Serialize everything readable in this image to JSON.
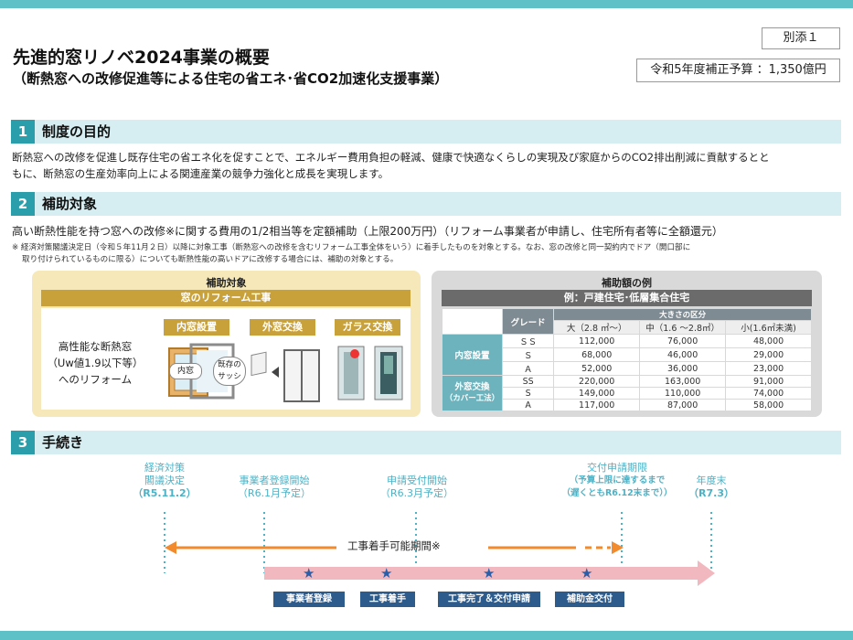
{
  "header": {
    "annex": "別添１",
    "title": "先進的窓リノベ2024事業の概要",
    "subtitle": "（断熱窓への改修促進等による住宅の省エネ･省CO2加速化支援事業）",
    "budget": "令和5年度補正予算 ：1,350億円"
  },
  "section1": {
    "num": "1",
    "title": "制度の目的",
    "body_line1": "断熱窓への改修を促進し既存住宅の省エネ化を促すことで、エネルギー費用負担の軽減、健康で快適なくらしの実現及び家庭からのCO2排出削減に貢献するとと",
    "body_line2": "もに、断熱窓の生産効率向上による関連産業の競争力強化と成長を実現します。"
  },
  "section2": {
    "num": "2",
    "title": "補助対象",
    "lead": "高い断熱性能を持つ窓への改修※に関する費用の1/2相当等を定額補助（上限200万円）（リフォーム事業者が申請し、住宅所有者等に全額還元）",
    "note_line1": "※ 経済対策閣議決定日（令和５年11月２日）以降に対象工事（断熱窓への改修を含むリフォーム工事全体をいう）に着手したものを対象とする。なお、窓の改修と同一契約内でドア（開口部に",
    "note_line2": "取り付けられているものに限る）についても断熱性能の高いドアに改修する場合には、補助の対象とする。",
    "target_panel": {
      "header": "補助対象",
      "subheader": "窓のリフォーム工事",
      "desc_line1": "高性能な断熱窓",
      "desc_line2": "（Uw値1.9以下等）",
      "desc_line3": "へのリフォーム",
      "methods": [
        "内窓設置",
        "外窓交換",
        "ガラス交換"
      ],
      "inner_label": "内窓",
      "existing_line1": "既存の",
      "existing_line2": "サッシ"
    },
    "amount_panel": {
      "header": "補助額の例",
      "subheader": "例：戸建住宅･低層集合住宅",
      "grade_label": "グレード",
      "size_label": "大きさの区分",
      "sizes": [
        "大（2.8 ㎡～）",
        "中（1.6 ～2.8㎡）",
        "小(1.6㎡未満)"
      ],
      "group1": "内窓設置",
      "group2_line1": "外窓交換",
      "group2_line2": "（カバー工法）",
      "rows": [
        {
          "grade": "ＳＳ",
          "values": [
            "112,000",
            "76,000",
            "48,000"
          ]
        },
        {
          "grade": "Ｓ",
          "values": [
            "68,000",
            "46,000",
            "29,000"
          ]
        },
        {
          "grade": "Ａ",
          "values": [
            "52,000",
            "36,000",
            "23,000"
          ]
        },
        {
          "grade": "SS",
          "values": [
            "220,000",
            "163,000",
            "91,000"
          ]
        },
        {
          "grade": "S",
          "values": [
            "149,000",
            "110,000",
            "74,000"
          ]
        },
        {
          "grade": "A",
          "values": [
            "117,000",
            "87,000",
            "58,000"
          ]
        }
      ]
    }
  },
  "section3": {
    "num": "3",
    "title": "手続き",
    "milestones": [
      {
        "line1": "経済対策",
        "line2": "閣議決定",
        "line3": "（R5.11.2）"
      },
      {
        "line1": "事業者登録開始",
        "line2": "（R6.1月予定）"
      },
      {
        "line1": "申請受付開始",
        "line2": "（R6.3月予定）"
      },
      {
        "line1": "交付申請期限",
        "line2": "（予算上限に達するまで",
        "line3": "（遅くともR6.12末まで））"
      },
      {
        "line1": "年度末",
        "line2": "（R7.3）"
      }
    ],
    "period_label": "工事着手可能期間※",
    "steps": [
      "事業者登録",
      "工事着手",
      "工事完了＆交付申請",
      "補助金交付"
    ]
  },
  "colors": {
    "teal": "#5fc1c8",
    "section_bar": "#d6eef1",
    "gold": "#c9a13a",
    "orange": "#f28a2e",
    "pink_arrow": "#f2b8bf",
    "step_tag": "#2d5b8c",
    "timeline_text": "#4db2c6"
  }
}
